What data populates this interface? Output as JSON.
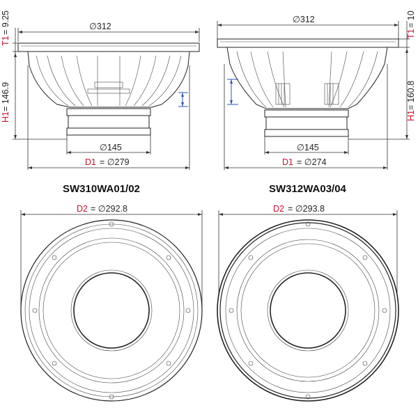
{
  "left_speaker": {
    "model": "SW310WA01/02",
    "t1_label": "T1",
    "t1_value": "= 9.25",
    "h1_label": "H1",
    "h1_value": "= 146.9",
    "top_dim": "∅312",
    "magnet_dim": "∅145",
    "d1_label": "D1",
    "d1_value": "= ∅279",
    "d2_label": "D2",
    "d2_value": "= ∅292.8"
  },
  "right_speaker": {
    "model": "SW312WA03/04",
    "t1_label": "T1",
    "t1_value": "= 10",
    "h1_label": "H1",
    "h1_value": "= 160.8",
    "top_dim": "∅312",
    "magnet_dim": "∅145",
    "d1_label": "D1",
    "d1_value": "= ∅274",
    "d2_label": "D2",
    "d2_value": "= ∅293.8"
  },
  "colors": {
    "label_red": "#c8102e",
    "dimension_blue": "#2a55b5",
    "line": "#222222"
  }
}
